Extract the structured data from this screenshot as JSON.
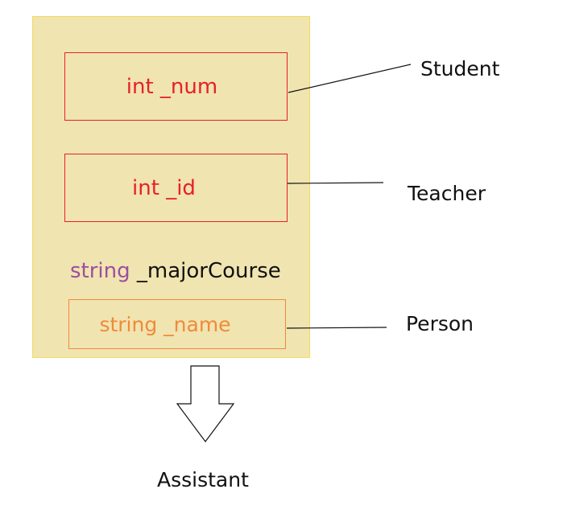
{
  "fields": {
    "num": "int _num",
    "id": "int _id",
    "major_type": "string",
    "major_name": " _majorCourse",
    "name": "string _name"
  },
  "labels": {
    "student": "Student",
    "teacher": "Teacher",
    "person": "Person",
    "assistant": "Assistant"
  },
  "colors": {
    "container_fill": "#f0e4b0",
    "inherited_field": "#e8202a",
    "base_field": "#f08a3a",
    "type_keyword": "#9c4fa0"
  }
}
